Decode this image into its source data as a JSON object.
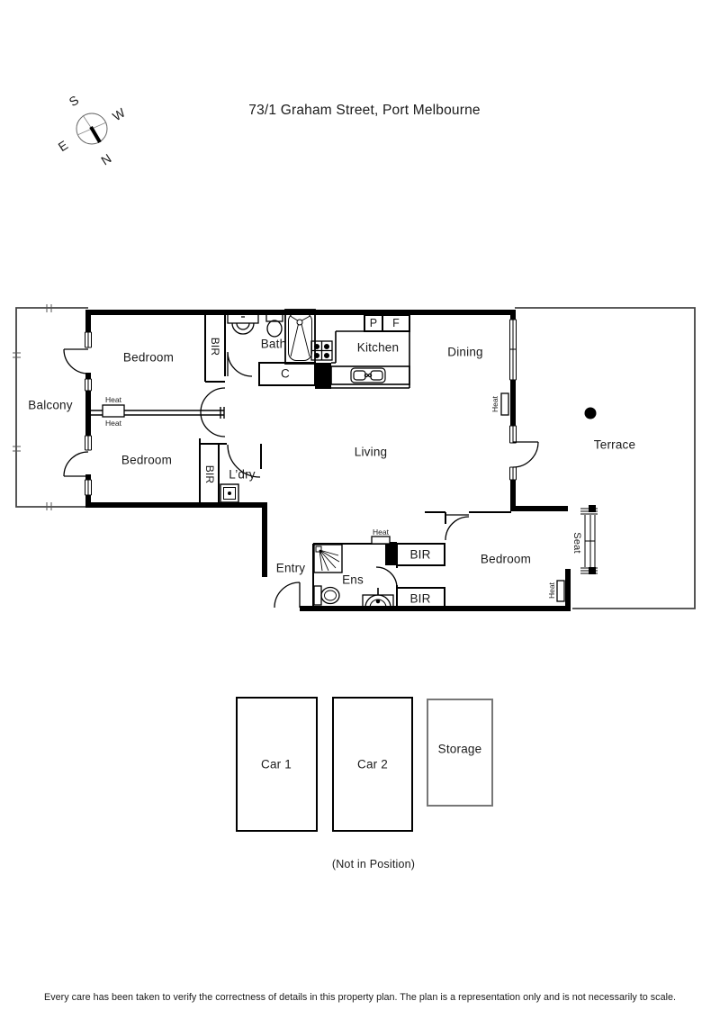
{
  "title": "73/1 Graham Street, Port Melbourne",
  "compass": {
    "s": "S",
    "w": "W",
    "e": "E",
    "n": "N"
  },
  "plan": {
    "balcony": "Balcony",
    "bedroom1": "Bedroom",
    "bedroom2": "Bedroom",
    "bir_bed1": "BIR",
    "bir_bed2": "BIR",
    "bath": "Bath",
    "cupboard": "C",
    "pantry": "P",
    "fridge": "F",
    "kitchen": "Kitchen",
    "dining": "Dining",
    "living": "Living",
    "laundry": "L’dry",
    "entry": "Entry",
    "ensuite": "Ens",
    "bir3_top": "BIR",
    "bir3_bottom": "BIR",
    "bedroom3": "Bedroom",
    "terrace": "Terrace",
    "seat": "Seat",
    "heat_divider_top": "Heat",
    "heat_divider_bottom": "Heat",
    "heat_dining": "Heat",
    "heat_ens": "Heat",
    "heat_bed3": "Heat"
  },
  "garage": {
    "car1": "Car 1",
    "car2": "Car 2",
    "storage": "Storage",
    "note": "(Not in Position)"
  },
  "footer": {
    "disclaimer": "Every care has been taken to verify the correctness of details in this property plan. The plan is a representation only and is not necessarily to scale."
  },
  "colors": {
    "wall": "#000000",
    "outline": "#444444",
    "background": "#ffffff"
  }
}
